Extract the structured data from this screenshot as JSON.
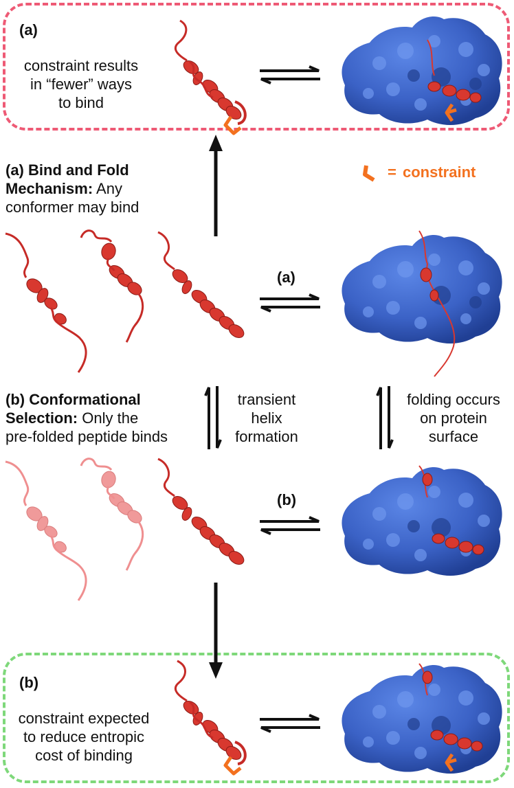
{
  "colors": {
    "top_box_border": "#ee5a75",
    "bottom_box_border": "#7ed87a",
    "constraint": "#f3711f",
    "helix": "#d8382f",
    "helix_faded": "#f09a9a",
    "protein": "#3d64c9",
    "arrow": "#111111"
  },
  "top_box": {
    "label": "(a)",
    "caption_lines": [
      "constraint results",
      "in “fewer” ways",
      "to bind"
    ]
  },
  "legend": {
    "equals": "=",
    "text": "constraint"
  },
  "bind_fold": {
    "title_prefix": "(a)",
    "title_bold": "Bind and Fold",
    "title_bold2": "Mechanism:",
    "rest1": " Any",
    "rest2": "conformer may bind"
  },
  "middle_arrow_label_a": "(a)",
  "conf_selection": {
    "title_prefix": "(b)",
    "title_bold": "Conformational",
    "title_bold2": "Selection:",
    "rest1": " Only the",
    "rest2": "pre-folded peptide binds"
  },
  "transient": [
    "transient",
    "helix",
    "formation"
  ],
  "folding": [
    "folding occurs",
    "on protein",
    "surface"
  ],
  "middle_arrow_label_b": "(b)",
  "bottom_box": {
    "label": "(b)",
    "caption_lines": [
      "constraint expected",
      "to reduce entropic",
      "cost of binding"
    ]
  }
}
